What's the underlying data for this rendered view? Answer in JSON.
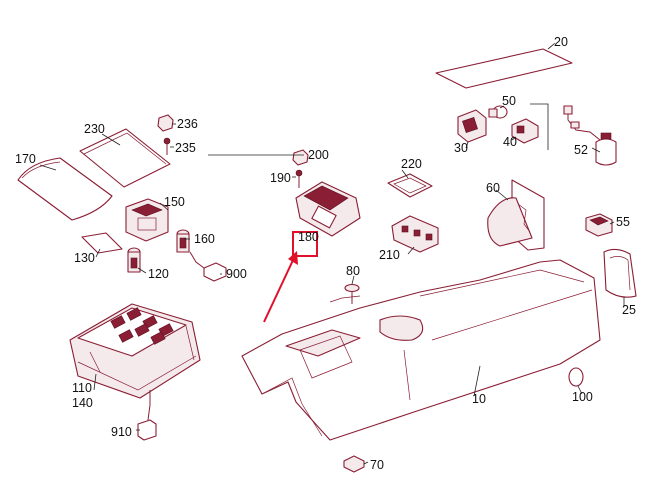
{
  "labels": {
    "p10": "10",
    "p20": "20",
    "p25": "25",
    "p30": "30",
    "p40": "40",
    "p50": "50",
    "p52": "52",
    "p55": "55",
    "p60": "60",
    "p70": "70",
    "p80": "80",
    "p100": "100",
    "p110": "110",
    "p120": "120",
    "p130": "130",
    "p140": "140",
    "p150": "150",
    "p160": "160",
    "p170": "170",
    "p180": "180",
    "p190": "190",
    "p200": "200",
    "p210": "210",
    "p220": "220",
    "p230": "230",
    "p235": "235",
    "p236": "236",
    "p900": "900",
    "p910": "910"
  },
  "highlight": {
    "color": "#e0102a",
    "target": "180"
  },
  "colors": {
    "line": "#8a1e34",
    "fill": "#f4eaec",
    "text": "#111111"
  }
}
